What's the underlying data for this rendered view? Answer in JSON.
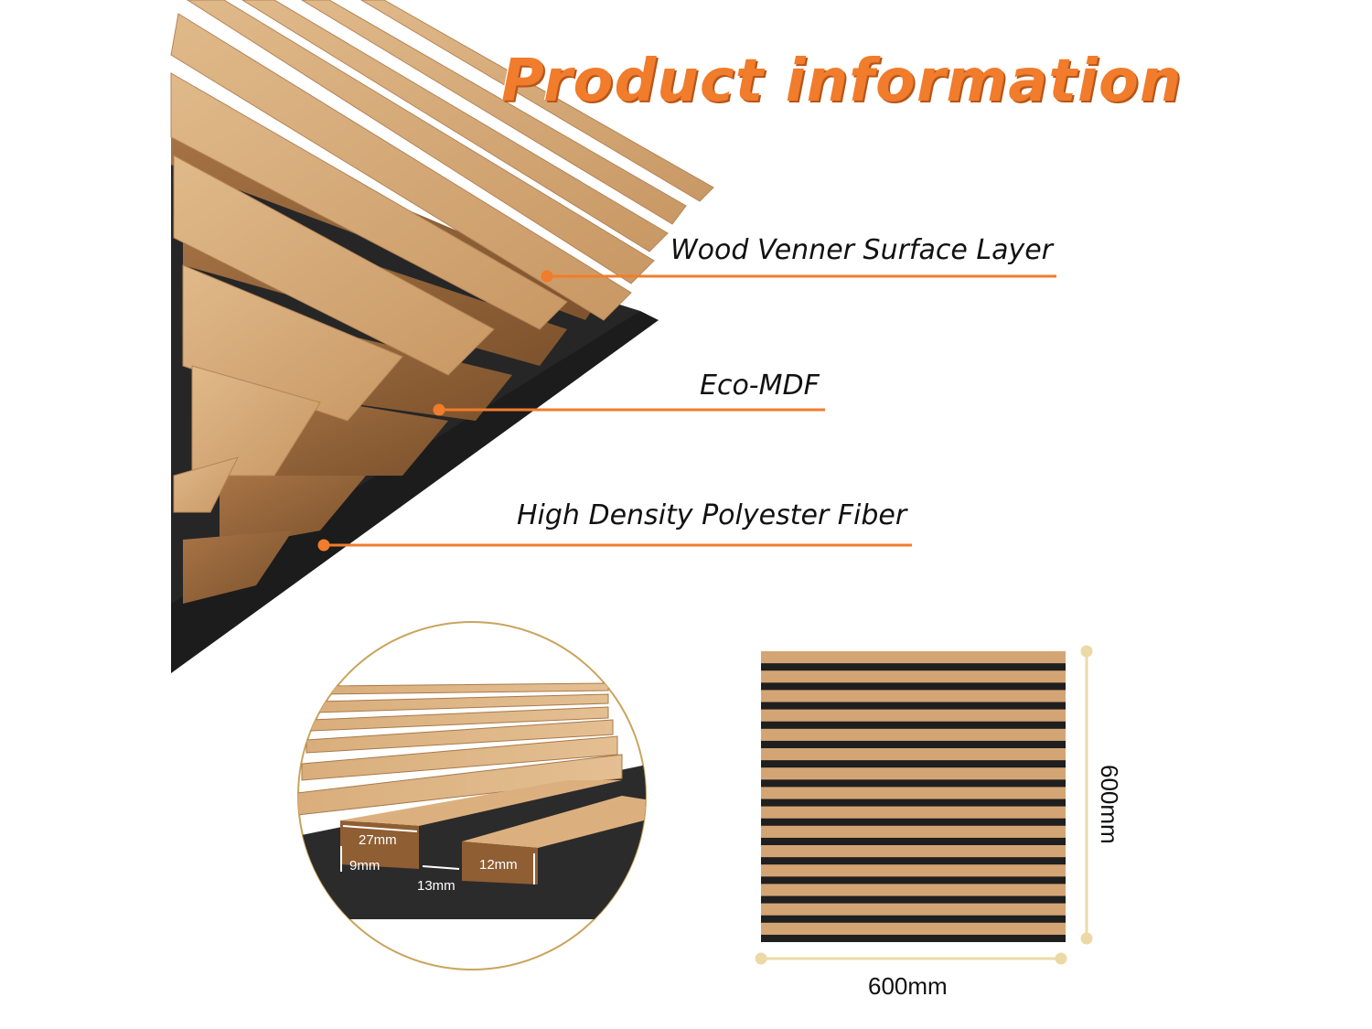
{
  "title": "Product information",
  "layers": [
    {
      "label": "Wood Venner Surface Layer"
    },
    {
      "label": "Eco-MDF"
    },
    {
      "label": "High Density Polyester Fiber"
    }
  ],
  "slat_dimensions": {
    "width": "27mm",
    "base": "9mm",
    "gap": "13mm",
    "height": "12mm"
  },
  "panel_dimensions": {
    "width": "600mm",
    "height": "600mm"
  },
  "colors": {
    "accent": "#f07c2c",
    "wood_light": "#d4a574",
    "wood_dark": "#8f5e33",
    "felt": "#2a2a2a",
    "dimension_line": "#ecd9a6",
    "circle_border": "#c9a45c"
  }
}
